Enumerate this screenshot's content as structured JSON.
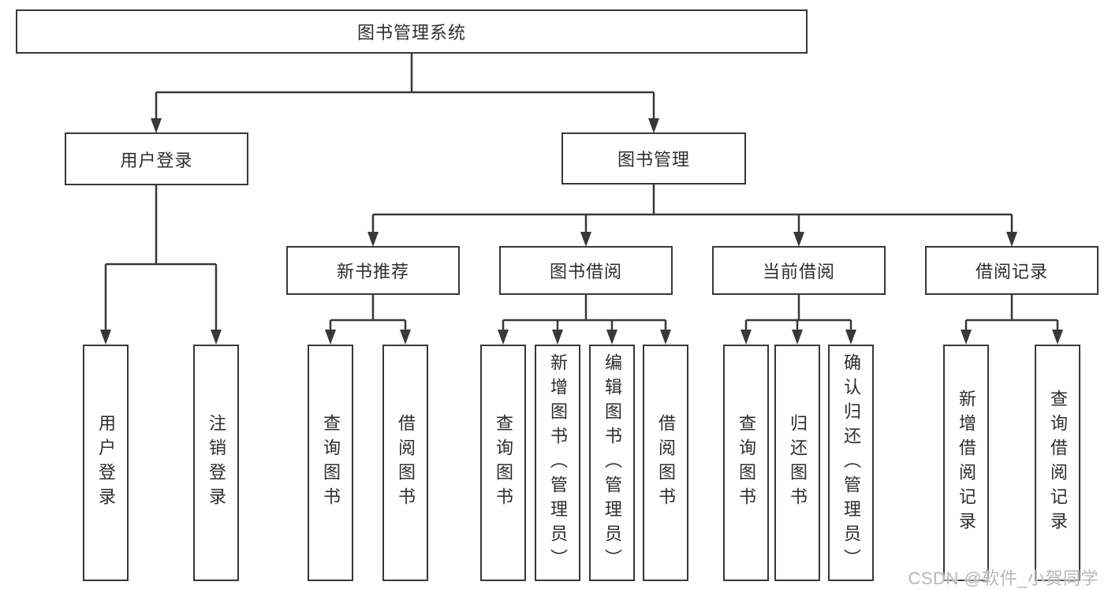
{
  "diagram": {
    "root": {
      "label": "图书管理系统"
    },
    "branches": [
      {
        "label": "用户登录",
        "children": [
          {
            "label": "用户登录"
          },
          {
            "label": "注销登录"
          }
        ]
      },
      {
        "label": "图书管理",
        "children": [
          {
            "label": "新书推荐",
            "children": [
              {
                "label": "查询图书"
              },
              {
                "label": "借阅图书"
              }
            ]
          },
          {
            "label": "图书借阅",
            "children": [
              {
                "label": "查询图书"
              },
              {
                "label": "新增图书（管理员）"
              },
              {
                "label": "编辑图书（管理员）"
              },
              {
                "label": "借阅图书"
              }
            ]
          },
          {
            "label": "当前借阅",
            "children": [
              {
                "label": "查询图书"
              },
              {
                "label": "归还图书"
              },
              {
                "label": "确认归还（管理员）"
              }
            ]
          },
          {
            "label": "借阅记录",
            "children": [
              {
                "label": "新增借阅记录"
              },
              {
                "label": "查询借阅记录"
              }
            ]
          }
        ]
      }
    ]
  },
  "watermark": {
    "text": "CSDN @软件_小贺同学"
  },
  "colors": {
    "line": "#383838",
    "box_border": "#383838",
    "text": "#2d2d2d",
    "watermark": "#b4b7bb",
    "background": "#ffffff"
  }
}
